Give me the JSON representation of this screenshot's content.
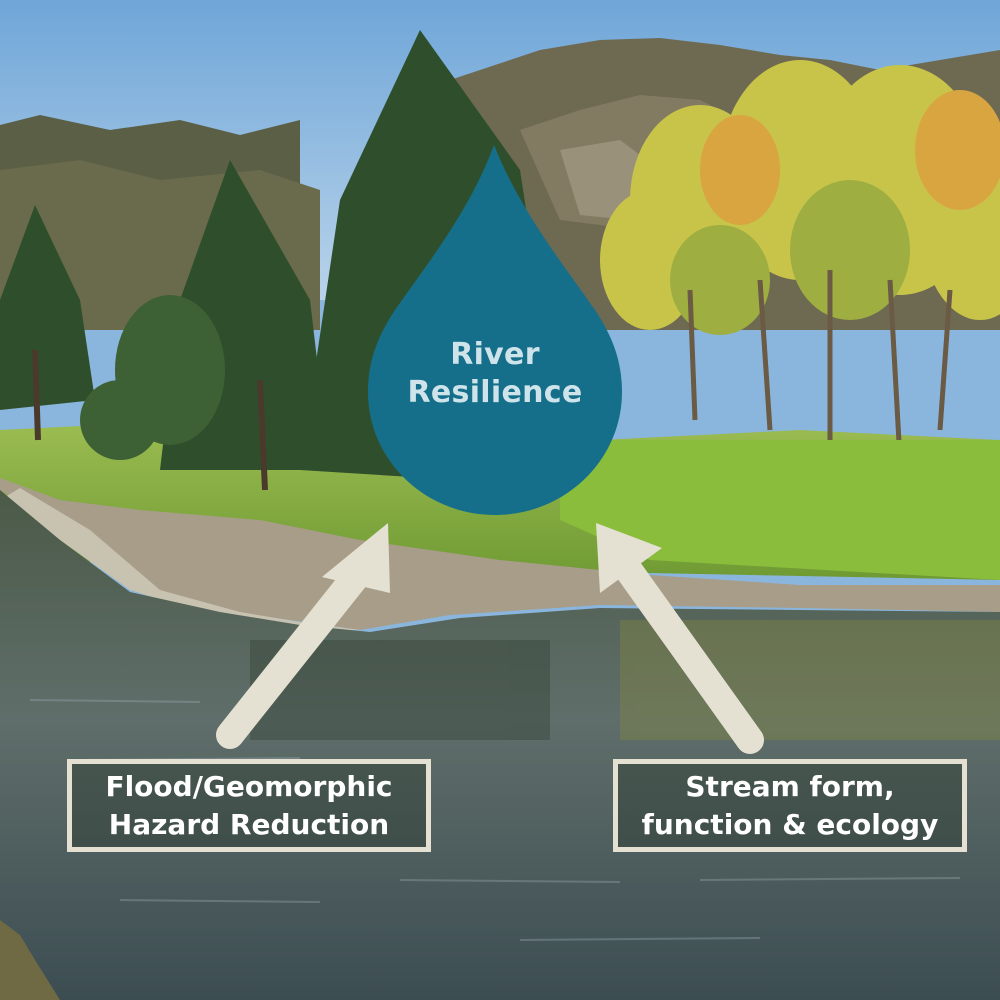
{
  "center": {
    "line1": "River",
    "line2": "Resilience"
  },
  "labels": {
    "left": {
      "line1": "Flood/Geomorphic",
      "line2": "Hazard Reduction"
    },
    "right": {
      "line1": "Stream form,",
      "line2": "function & ecology"
    }
  },
  "colors": {
    "drop": "#166f8a",
    "arrow": "#e4e1d3",
    "box_border": "#e4e1d3",
    "label_text": "#ffffff"
  }
}
